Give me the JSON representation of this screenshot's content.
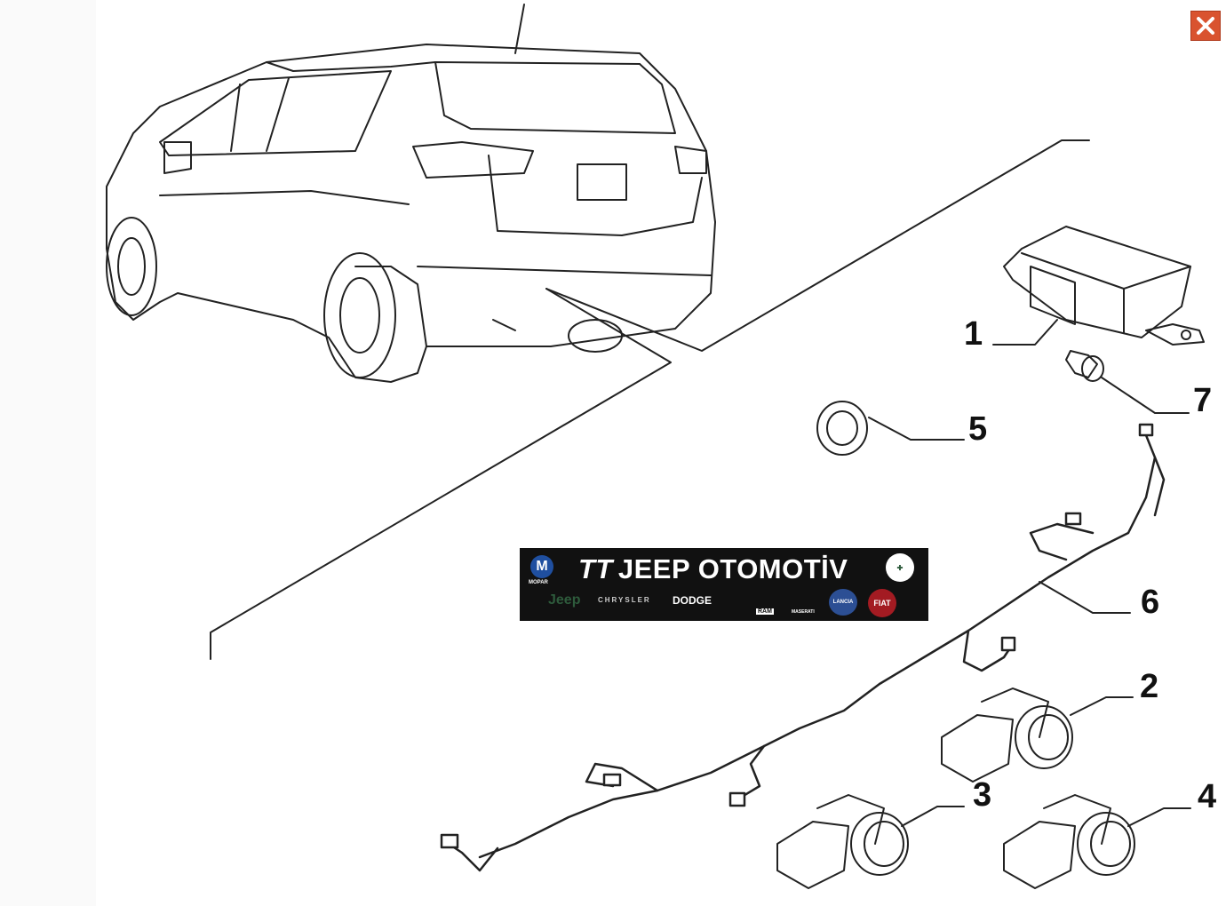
{
  "close_button": {
    "icon": "close-icon",
    "color": "#d9532f"
  },
  "callouts": [
    "1",
    "2",
    "3",
    "4",
    "5",
    "6",
    "7"
  ],
  "banner": {
    "tt": "TT",
    "title": "JEEP OTOMOTİV",
    "brands": {
      "mopar": "MOPAR",
      "jeep": "Jeep",
      "chrysler": "CHRYSLER",
      "dodge": "DODGE",
      "ram": "RAM",
      "maserati": "MASERATI",
      "lancia": "LANCIA",
      "fiat": "FIAT"
    },
    "colors": {
      "background": "#111111",
      "jeep_green": "#2e5b3c",
      "mopar_blue": "#1f4fa0",
      "fiat_red": "#a31b22"
    }
  }
}
